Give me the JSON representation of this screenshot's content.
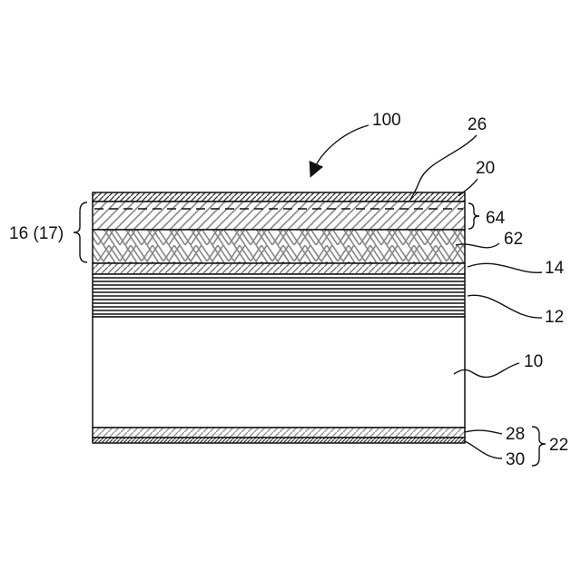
{
  "figure": {
    "assembly_ref": "100",
    "labels": {
      "l26": "26",
      "l20": "20",
      "l64": "64",
      "l62": "62",
      "l16": "16 (17)",
      "l14": "14",
      "l12": "12",
      "l10": "10",
      "l28": "28",
      "l30": "30",
      "l22": "22"
    }
  }
}
